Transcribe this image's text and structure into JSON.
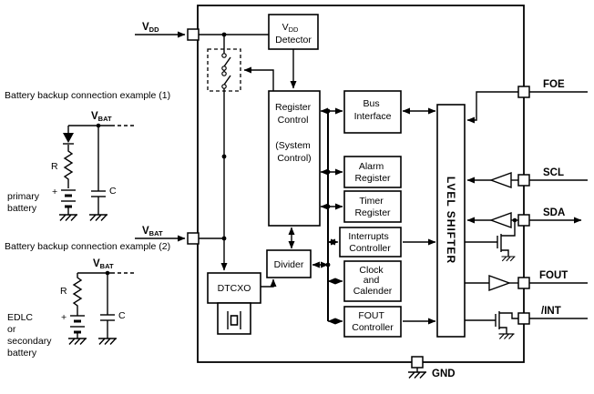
{
  "colors": {
    "line": "#000000",
    "background": "#ffffff"
  },
  "examples": {
    "ex1": {
      "title": "Battery backup connection example (1)",
      "vbat_base": "V",
      "vbat_sub": "BAT",
      "r_label": "R",
      "c_label": "C",
      "plus": "+",
      "desc_line1": "primary",
      "desc_line2": "battery"
    },
    "ex2": {
      "title": "Battery backup connection example (2)",
      "vbat_base": "V",
      "vbat_sub": "BAT",
      "r_label": "R",
      "c_label": "C",
      "plus": "+",
      "desc_line1": "EDLC",
      "desc_line2": "or",
      "desc_line3": "secondary",
      "desc_line4": "battery"
    }
  },
  "pins": {
    "vdd_base": "V",
    "vdd_sub": "DD",
    "vbat_base": "V",
    "vbat_sub": "BAT",
    "foe": "FOE",
    "scl": "SCL",
    "sda": "SDA",
    "fout": "FOUT",
    "int": "/INT",
    "gnd": "GND"
  },
  "blocks": {
    "vdd_detector": {
      "l1_base": "V",
      "l1_sub": "DD",
      "l2": "Detector"
    },
    "register_control": {
      "l1": "Register",
      "l2": "Control",
      "l3": "(System",
      "l4": "Control)"
    },
    "bus_interface": {
      "l1": "Bus",
      "l2": "Interface"
    },
    "alarm_register": {
      "l1": "Alarm",
      "l2": "Register"
    },
    "timer_register": {
      "l1": "Timer",
      "l2": "Register"
    },
    "interrupts_controller": {
      "l1": "Interrupts",
      "l2": "Controller"
    },
    "clock_calender": {
      "l1": "Clock",
      "l2": "and",
      "l3": "Calender"
    },
    "fout_controller": {
      "l1": "FOUT",
      "l2": "Controller"
    },
    "divider": {
      "l1": "Divider"
    },
    "dtcxo": {
      "l1": "DTCXO"
    },
    "level_shifter": {
      "l1": "LVEL SHIFTER"
    }
  }
}
